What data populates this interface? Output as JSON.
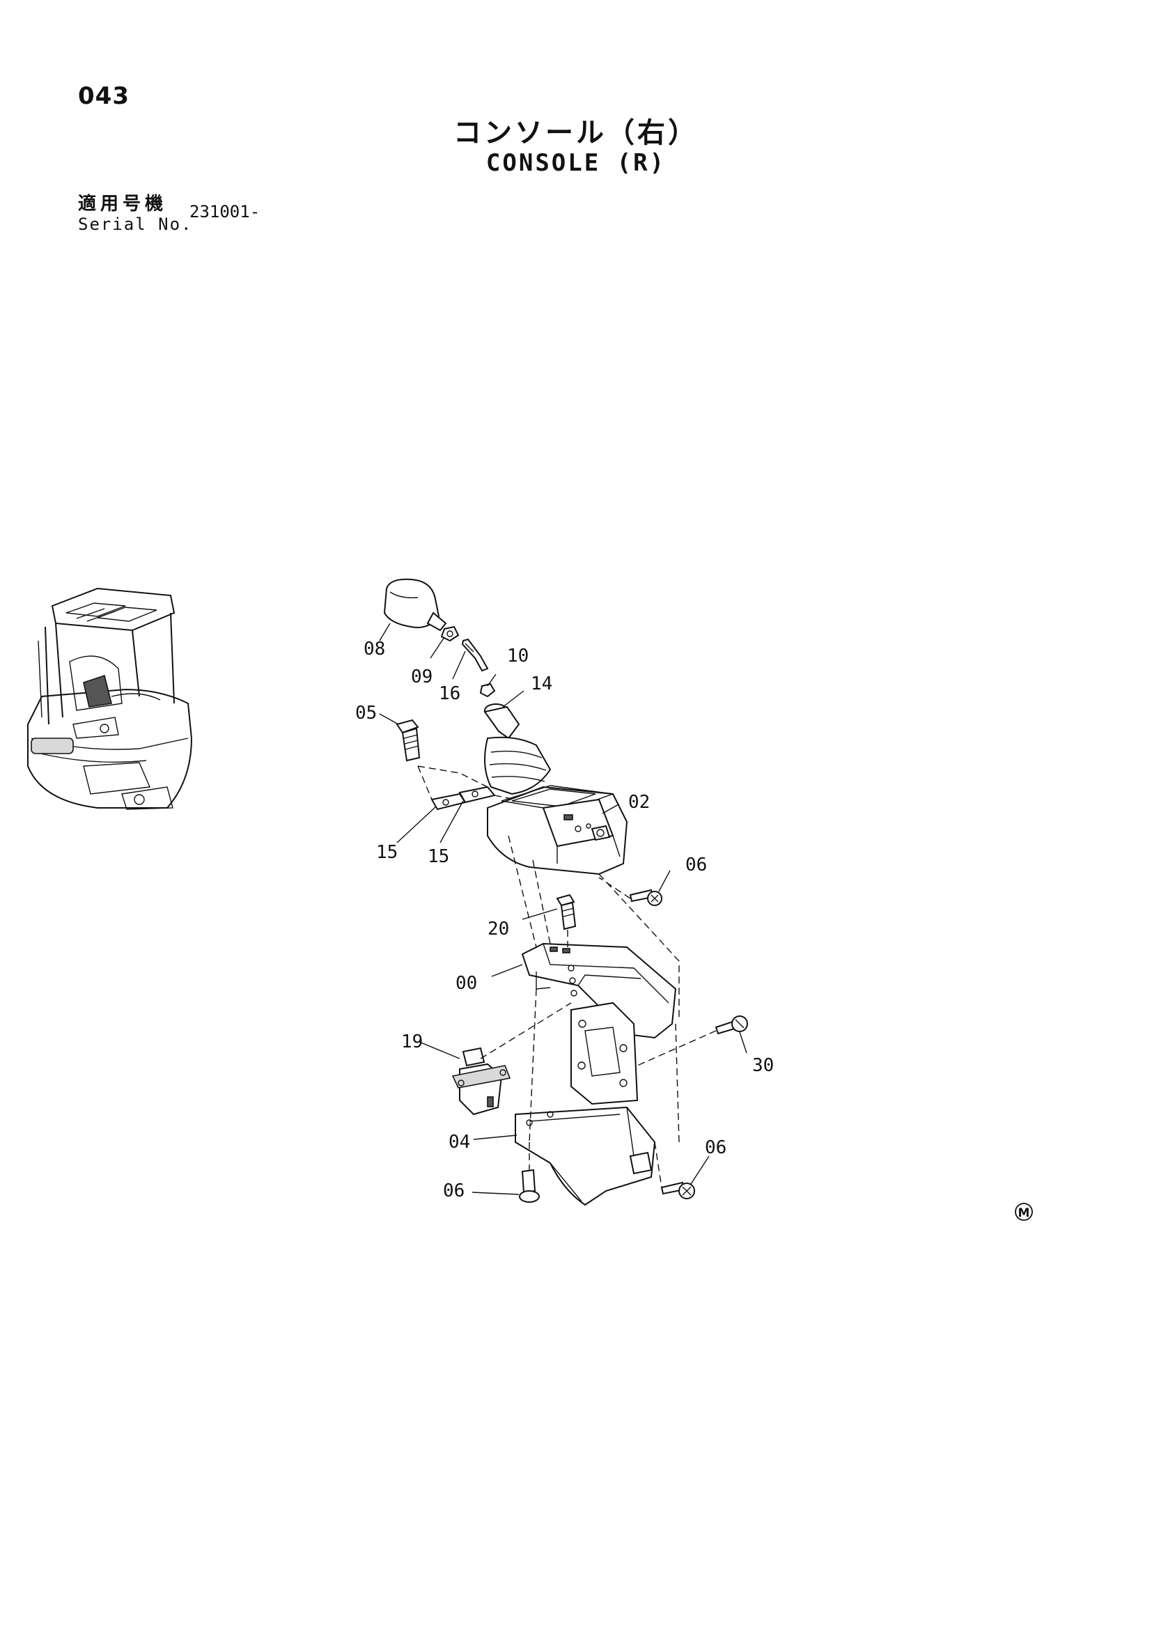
{
  "header": {
    "page_number": "043",
    "title_jp": "コンソール（右）",
    "title_en": "CONSOLE (R)",
    "serial_label_jp": "適用号機",
    "serial_label_en": "Serial No.",
    "serial_value": "231001-"
  },
  "callouts": [
    "08",
    "09",
    "16",
    "10",
    "14",
    "05",
    "02",
    "15",
    "15",
    "06",
    "20",
    "00",
    "30",
    "19",
    "04",
    "06",
    "06"
  ],
  "mark": "M"
}
